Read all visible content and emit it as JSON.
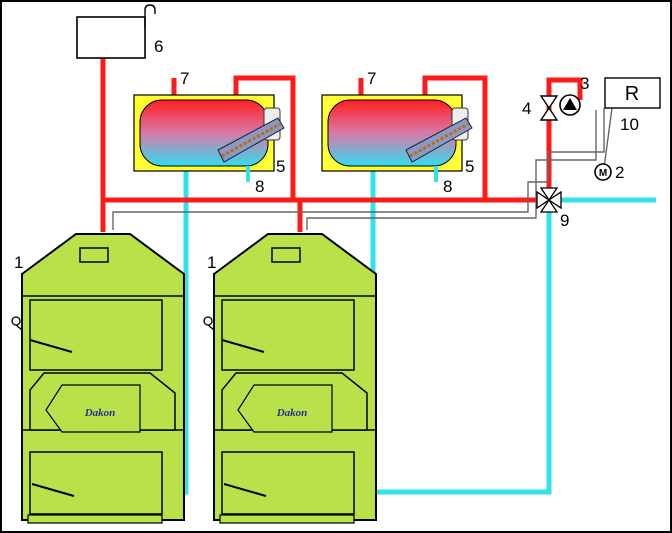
{
  "colors": {
    "hot_pipe": "#ff1a1a",
    "return_pipe": "#33e0ee",
    "boiler_body": "#b9e24a",
    "tank_jacket": "#ffff33",
    "outline": "#000000",
    "signal_line": "#555555"
  },
  "components": {
    "boiler_left": {
      "number": "1",
      "icon": "boiler",
      "brand": "Dakon"
    },
    "boiler_right": {
      "number": "1",
      "icon": "boiler",
      "brand": "Dakon"
    },
    "sensor": {
      "number": "2",
      "icon": "temperature-sensor"
    },
    "pump": {
      "number": "3",
      "icon": "circulation-pump"
    },
    "valve": {
      "number": "4",
      "icon": "shutoff-valve"
    },
    "heater_left": {
      "number": "5",
      "icon": "electric-heating-element"
    },
    "heater_right": {
      "number": "5",
      "icon": "electric-heating-element"
    },
    "expansion_tank": {
      "number": "6",
      "icon": "expansion-tank"
    },
    "hot_out_left": {
      "number": "7",
      "icon": "hot-water-outlet"
    },
    "hot_out_right": {
      "number": "7",
      "icon": "hot-water-outlet"
    },
    "cold_in_left": {
      "number": "8",
      "icon": "cold-water-inlet"
    },
    "cold_in_right": {
      "number": "8",
      "icon": "cold-water-inlet"
    },
    "mixing_valve": {
      "number": "9",
      "icon": "three-way-mixing-valve"
    },
    "regulator": {
      "number": "10",
      "letter": "R",
      "icon": "regulator"
    }
  }
}
